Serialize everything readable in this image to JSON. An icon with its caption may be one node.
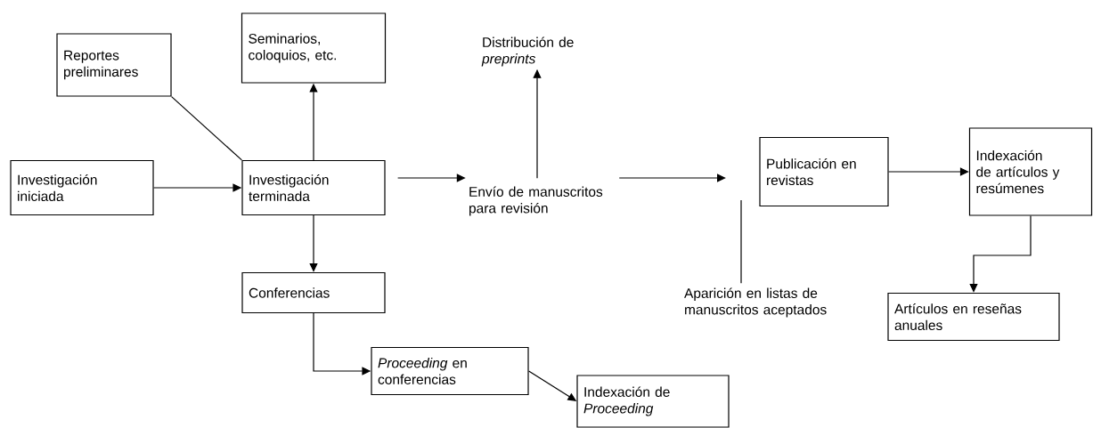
{
  "diagram": {
    "nodes": [
      {
        "text": [
          "Reportes preliminares"
        ]
      },
      {
        "text": [
          "Seminarios, coloquios, etc."
        ]
      },
      {
        "text": [
          "Distribución de *preprints*"
        ]
      },
      {
        "text": [
          "Investigación iniciada"
        ]
      },
      {
        "text": [
          "Investigación terminada"
        ]
      },
      {
        "text": [
          "Envío de manuscritos para revisión"
        ]
      },
      {
        "text": [
          "Publicación en revistas"
        ]
      },
      {
        "text": [
          "Indexación de artículos y resúmenes"
        ]
      },
      {
        "text": [
          "Conferencias"
        ]
      },
      {
        "text": [
          "Aparición en listas de manuscritos aceptados"
        ]
      },
      {
        "text": [
          "Artículos en reseñas anuales"
        ]
      },
      {
        "text": [
          "*Proceeding* en conferencias"
        ]
      },
      {
        "text": [
          "Indexación de *Proceeding*"
        ]
      }
    ],
    "edges": [
      {
        "from": 3,
        "to": 4,
        "arrow": "to"
      },
      {
        "from": 0,
        "to": 4,
        "arrow": "none"
      },
      {
        "from": 4,
        "to": 1,
        "arrow": "to"
      },
      {
        "from": 4,
        "to": 8,
        "arrow": "to"
      },
      {
        "from": 4,
        "to": 5,
        "arrow": "to"
      },
      {
        "from": 5,
        "to": 2,
        "arrow": "to"
      },
      {
        "from": 5,
        "to": null,
        "arrow": "to"
      },
      {
        "from": 9,
        "to": null,
        "arrow": "none"
      },
      {
        "from": 6,
        "to": 7,
        "arrow": "to"
      },
      {
        "from": 7,
        "to": 10,
        "arrow": "to"
      },
      {
        "from": 8,
        "to": 11,
        "arrow": "to"
      },
      {
        "from": 11,
        "to": 12,
        "arrow": "to"
      }
    ]
  }
}
